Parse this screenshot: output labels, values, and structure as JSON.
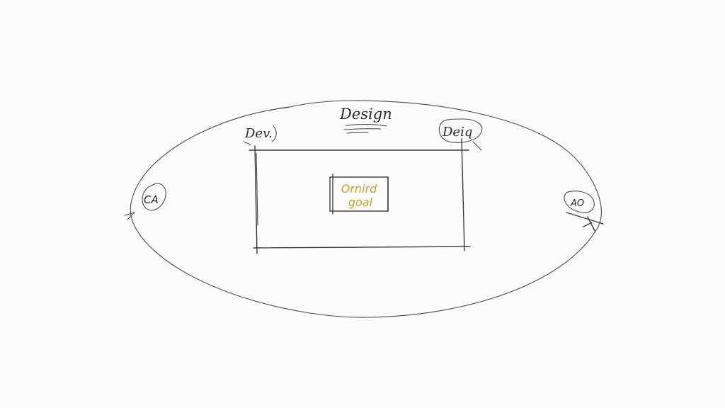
{
  "diagram": {
    "title": "Design",
    "top_left_label": "Dev.",
    "top_right_label": "Deiq",
    "left_node_label": "CA",
    "right_node_label": "AO",
    "center_label_line1": "Ornird",
    "center_label_line2": "goal"
  },
  "colors": {
    "background": "#fbfcfb",
    "ink": "#3a3a38",
    "accent": "#c9a021",
    "center_box_border": "#3a3a38"
  }
}
